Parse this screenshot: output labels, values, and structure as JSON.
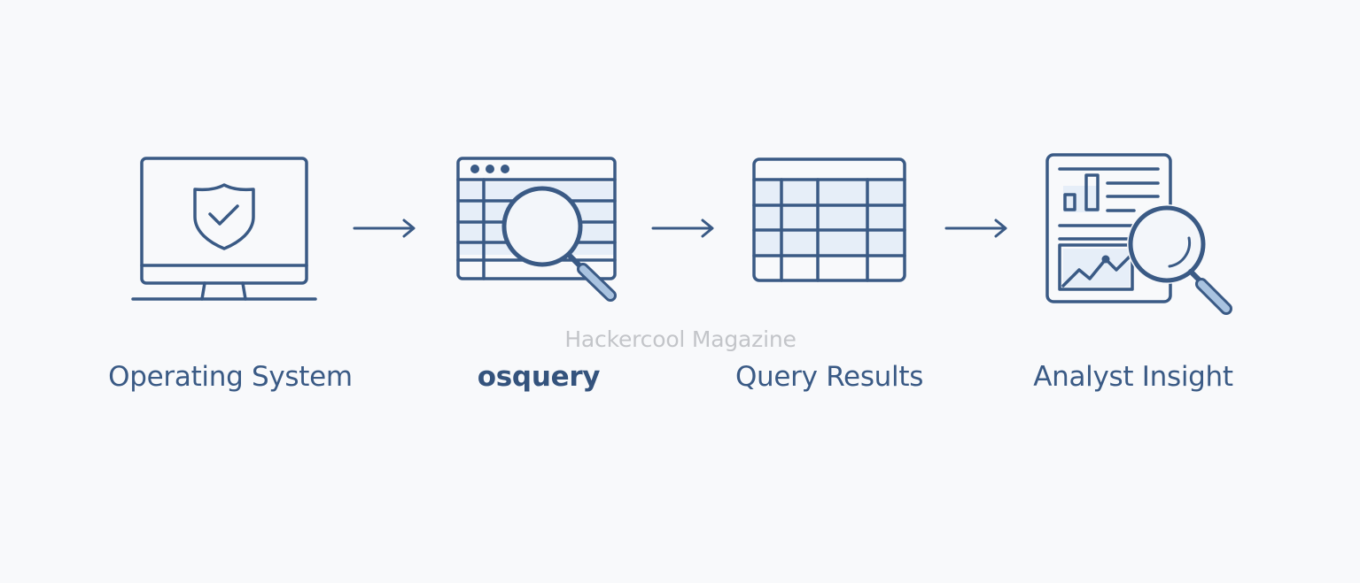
{
  "colors": {
    "stroke": "#3a5a85",
    "fill_light": "#e6eef8",
    "lens_fill": "#f3f6fa",
    "handle_fill": "#a9c3e0",
    "watermark": "#c3c5c9",
    "background": "#f8f9fb"
  },
  "steps": [
    {
      "label": "Operating System",
      "icon": "monitor-shield-icon",
      "emphasis": false
    },
    {
      "label": "osquery",
      "icon": "table-magnifier-icon",
      "emphasis": true
    },
    {
      "label": "Query Results",
      "icon": "table-grid-icon",
      "emphasis": false
    },
    {
      "label": "Analyst Insight",
      "icon": "report-magnifier-icon",
      "emphasis": false
    }
  ],
  "arrows": [
    "arrow-right-icon",
    "arrow-right-icon",
    "arrow-right-icon"
  ],
  "watermark": "Hackercool Magazine"
}
